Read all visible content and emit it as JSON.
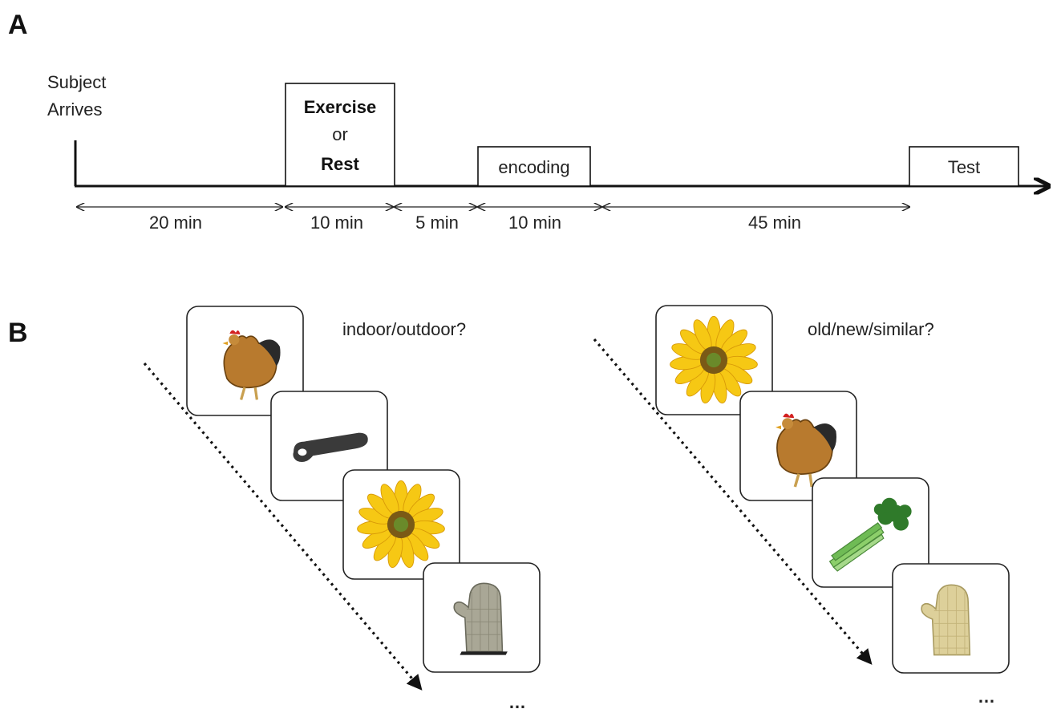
{
  "panel_a": {
    "letter": "A",
    "arrival_line1": "Subject",
    "arrival_line2": "Arrives",
    "exercise_label": "Exercise",
    "or_label": "or",
    "rest_label": "Rest",
    "encoding_label": "encoding",
    "test_label": "Test",
    "durations": [
      "20 min",
      "10 min",
      "5 min",
      "10 min",
      "45 min"
    ]
  },
  "panel_b": {
    "letter": "B",
    "encoding_question": "indoor/outdoor?",
    "test_question": "old/new/similar?",
    "encoding_sequence": [
      "chicken-icon",
      "shoehorn-icon",
      "sunflower-icon",
      "oven-mitt-icon"
    ],
    "test_sequence": [
      "sunflower-icon",
      "chicken-icon",
      "celery-icon",
      "oven-mitt-icon"
    ],
    "ellipsis": "…"
  },
  "colors": {
    "line": "#111111",
    "sunflower_petal": "#f6c814",
    "sunflower_center": "#7a5a16",
    "chicken_body": "#b87a2e",
    "chicken_comb": "#d32020",
    "mitt_encoding": "#a9a796",
    "mitt_test": "#ddd09a",
    "celery": "#5aa64a",
    "shoehorn": "#3a3a3a"
  }
}
